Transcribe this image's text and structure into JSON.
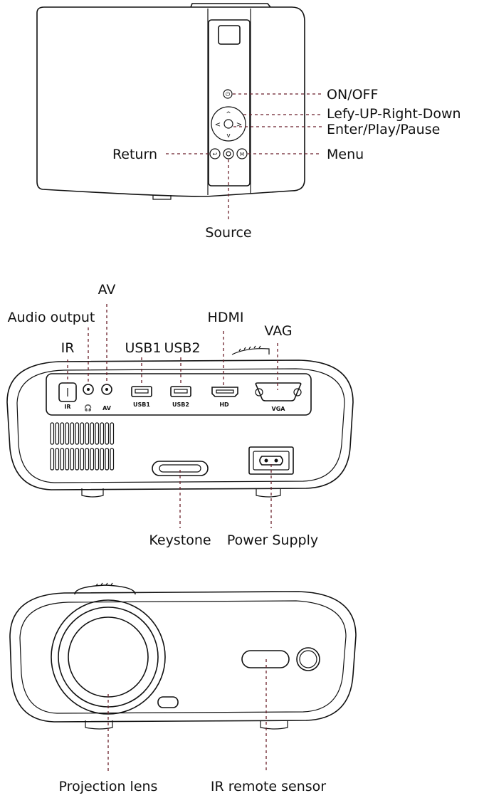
{
  "top_view": {
    "labels": {
      "on_off": "ON/OFF",
      "nav": "Lefy-UP-Right-Down",
      "enter": "Enter/Play/Pause",
      "return": "Return",
      "menu": "Menu",
      "source": "Source"
    }
  },
  "rear_view": {
    "labels": {
      "av": "AV",
      "audio_output": "Audio output",
      "ir": "IR",
      "usb1": "USB1",
      "usb2": "USB2",
      "hdmi": "HDMI",
      "vag": "VAG",
      "keystone": "Keystone",
      "power_supply": "Power Supply"
    },
    "port_marks": {
      "ir": "IR",
      "av": "AV",
      "usb1": "USB1",
      "usb2": "USB2",
      "hd": "HD",
      "vga": "VGA"
    }
  },
  "front_view": {
    "labels": {
      "projection_lens": "Projection lens",
      "ir_remote_sensor": "IR remote sensor"
    }
  },
  "colors": {
    "outline": "#111111",
    "leader": "#6b1f2a"
  }
}
